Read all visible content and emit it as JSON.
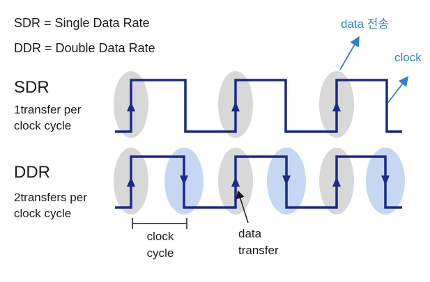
{
  "definitions": {
    "sdr": "SDR = Single Data Rate",
    "ddr": "DDR = Double Data Rate"
  },
  "sdr": {
    "title": "SDR",
    "subtitle_line1": "1transfer per",
    "subtitle_line2": "clock cycle"
  },
  "ddr": {
    "title": "DDR",
    "subtitle_line1": "2transfers per",
    "subtitle_line2": "clock cycle"
  },
  "annotations": {
    "data_transmission": "data 전송",
    "clock": "clock",
    "clock_cycle_line1": "clock",
    "clock_cycle_line2": "cycle",
    "data_transfer_line1": "data",
    "data_transfer_line2": "transfer"
  },
  "colors": {
    "signal": "#1a2a8a",
    "rising_edge_highlight": "#d8d8d8",
    "falling_edge_highlight": "#c6d7f3",
    "annotation_blue": "#2f7fd1",
    "text": "#1a1a1a"
  }
}
